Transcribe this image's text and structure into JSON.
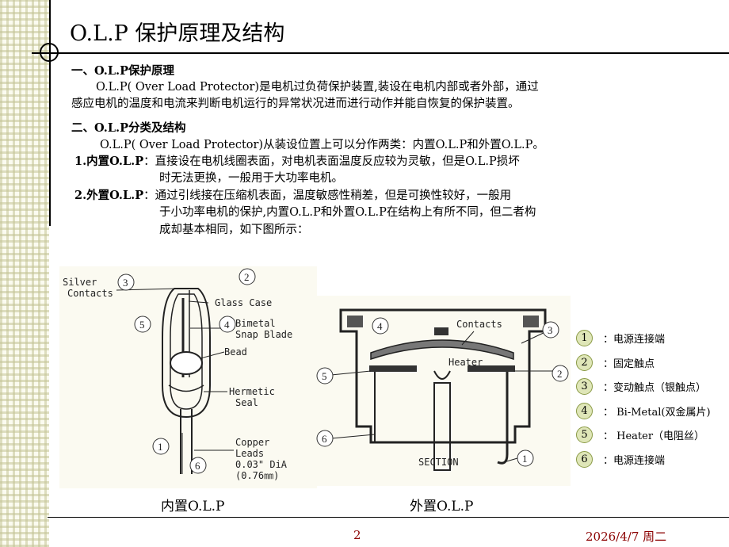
{
  "title": "O.L.P 保护原理及结构",
  "section1": {
    "heading": "一、O.L.P保护原理",
    "line1": "O.L.P( Over Load Protector)是电机过负荷保护装置,装设在电机内部或者外部，通过",
    "line2": "感应电机的温度和电流来判断电机运行的异常状况进而进行动作并能自恢复的保护装置。"
  },
  "section2": {
    "heading": "二、O.L.P分类及结构",
    "line1": "O.L.P( Over Load Protector)从装设位置上可以分作两类：内置O.L.P和外置O.L.P。",
    "item1_label": "1.内置O.L.P",
    "item1_line1": "：直接设在电机线圈表面，对电机表面温度反应较为灵敏，但是O.L.P损坏",
    "item1_line2": "时无法更换，一般用于大功率电机。",
    "item2_label": "2.外置O.L.P",
    "item2_line1": "：通过引线接在压缩机表面，温度敏感性稍差，但是可换性较好，一般用",
    "item2_line2": "于小功率电机的保护,内置O.L.P和外置O.L.P在结构上有所不同，但二者构",
    "item2_line3": "成却基本相同，如下图所示："
  },
  "figure_left": {
    "silver": "Silver",
    "contacts": "Contacts",
    "glass_case": "Glass Case",
    "bimetal": "Bimetal",
    "snap_blade": "Snap Blade",
    "bead": "Bead",
    "hermetic": "Hermetic",
    "seal": "Seal",
    "copper": "Copper",
    "leads": "Leads",
    "dia": "0.03\" DiA",
    "mm": "(0.76㎜)",
    "n1": "1",
    "n2": "2",
    "n3": "3",
    "n4": "4",
    "n5": "5",
    "n6": "6"
  },
  "figure_right": {
    "contacts": "Contacts",
    "heater": "Heater",
    "section": "SECTION",
    "n1": "1",
    "n2": "2",
    "n3": "3",
    "n4": "4",
    "n5": "5",
    "n6": "6"
  },
  "legend": [
    {
      "num": "1",
      "text": "：电源连接端"
    },
    {
      "num": "2",
      "text": "：固定触点"
    },
    {
      "num": "3",
      "text": "：变动触点（银触点）"
    },
    {
      "num": "4",
      "text": "： Bi-Metal(双金属片)"
    },
    {
      "num": "5",
      "text": "： Heater（电阻丝）"
    },
    {
      "num": "6",
      "text": "：电源连接端"
    }
  ],
  "captions": {
    "left": "内置O.L.P",
    "right": "外置O.L.P"
  },
  "footer": {
    "page": "2",
    "date": "2026/4/7 周二"
  },
  "colors": {
    "legend_bg": "#dfe6b8",
    "footer": "#8b0000"
  }
}
